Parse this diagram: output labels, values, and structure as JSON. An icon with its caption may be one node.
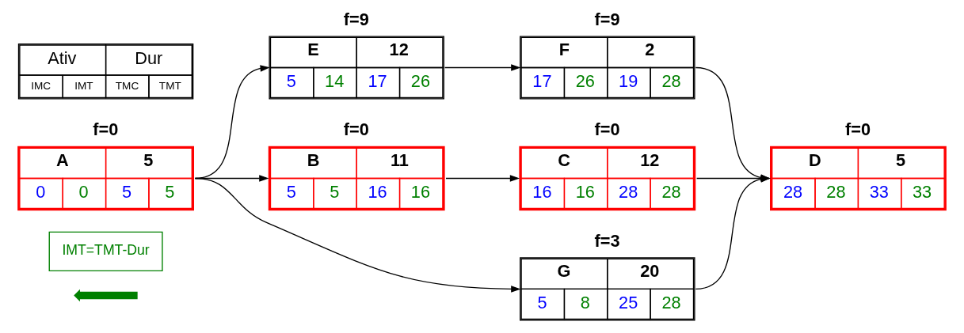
{
  "diagram": {
    "nodes": [
      {
        "text": [],
        "shape": "arrow"
      },
      {
        "text": [
          "IMT=TMT-Dur"
        ]
      },
      {
        "text": [
          "A",
          "5",
          "0",
          "0",
          "5",
          "5"
        ],
        "beside": [
          "f=0"
        ]
      },
      {
        "text": [
          "E",
          "12",
          "5",
          "14",
          "17",
          "26"
        ],
        "beside": [
          "f=9"
        ]
      },
      {
        "text": [
          "B",
          "11",
          "5",
          "5",
          "16",
          "16"
        ],
        "beside": [
          "f=0"
        ]
      },
      {
        "text": [
          "G",
          "20",
          "5",
          "8",
          "25",
          "28"
        ],
        "beside": [
          "f=3"
        ]
      },
      {
        "text": [
          "F",
          "2",
          "17",
          "26",
          "19",
          "28"
        ],
        "beside": [
          "f=9"
        ]
      },
      {
        "text": [
          "C",
          "12",
          "16",
          "16",
          "28",
          "28"
        ],
        "beside": [
          "f=0"
        ]
      },
      {
        "text": [
          "D",
          "5",
          "28",
          "28",
          "33",
          "33"
        ],
        "beside": [
          "f=0"
        ]
      },
      {
        "text": [
          "Ativ",
          "Dur",
          "IMC",
          "IMT",
          "TMC",
          "TMT"
        ]
      }
    ],
    "edges": [
      {
        "from": 2,
        "to": 3,
        "arrow": "to"
      },
      {
        "from": 2,
        "to": 4,
        "arrow": "to"
      },
      {
        "from": 2,
        "to": 5,
        "arrow": "to"
      },
      {
        "from": 3,
        "to": 6,
        "arrow": "to"
      },
      {
        "from": 4,
        "to": 7,
        "arrow": "to"
      },
      {
        "from": 6,
        "to": 8,
        "arrow": "to"
      },
      {
        "from": 7,
        "to": 8,
        "arrow": "to"
      },
      {
        "from": 5,
        "to": 8,
        "arrow": "to"
      }
    ]
  }
}
